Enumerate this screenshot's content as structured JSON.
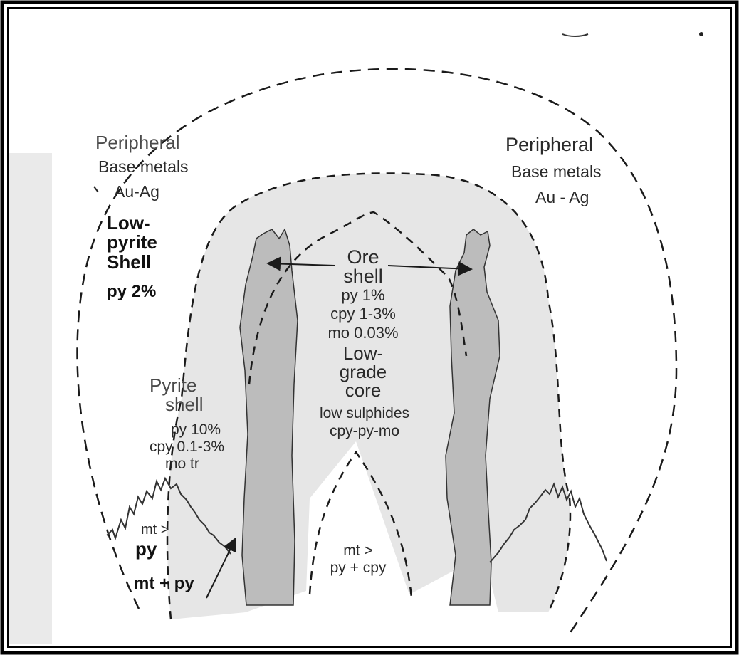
{
  "labels": {
    "peripheral_left": [
      "Peripheral",
      "Base metals",
      "Au-Ag"
    ],
    "peripheral_right": [
      "Peripheral",
      "Base metals",
      "Au - Ag"
    ],
    "low_pyrite_shell": [
      "Low-",
      "pyrite",
      "Shell"
    ],
    "low_pyrite_py": "py 2%",
    "ore_shell": [
      "Ore",
      "shell"
    ],
    "ore_shell_values": [
      "py 1%",
      "cpy 1-3%",
      "mo 0.03%"
    ],
    "low_grade_core": [
      "Low-",
      "grade",
      "core"
    ],
    "low_grade_values": [
      "low sulphides",
      "cpy-py-mo"
    ],
    "pyrite_shell": [
      "Pyrite",
      "shell"
    ],
    "pyrite_shell_values": [
      "py 10%",
      "cpy 0.1-3%",
      "mo tr"
    ],
    "mt_py_left": [
      "mt >",
      "py"
    ],
    "mt_plus_py": "mt + py",
    "mt_py_cpy": [
      "mt >",
      "py + cpy"
    ]
  },
  "colors": {
    "frame": "#000000",
    "stipple_zone": "#e6e6e6",
    "intrusive_body": "#bcbcbc",
    "dashed_line": "#1a1a1a",
    "text": "#2a2a2a"
  }
}
